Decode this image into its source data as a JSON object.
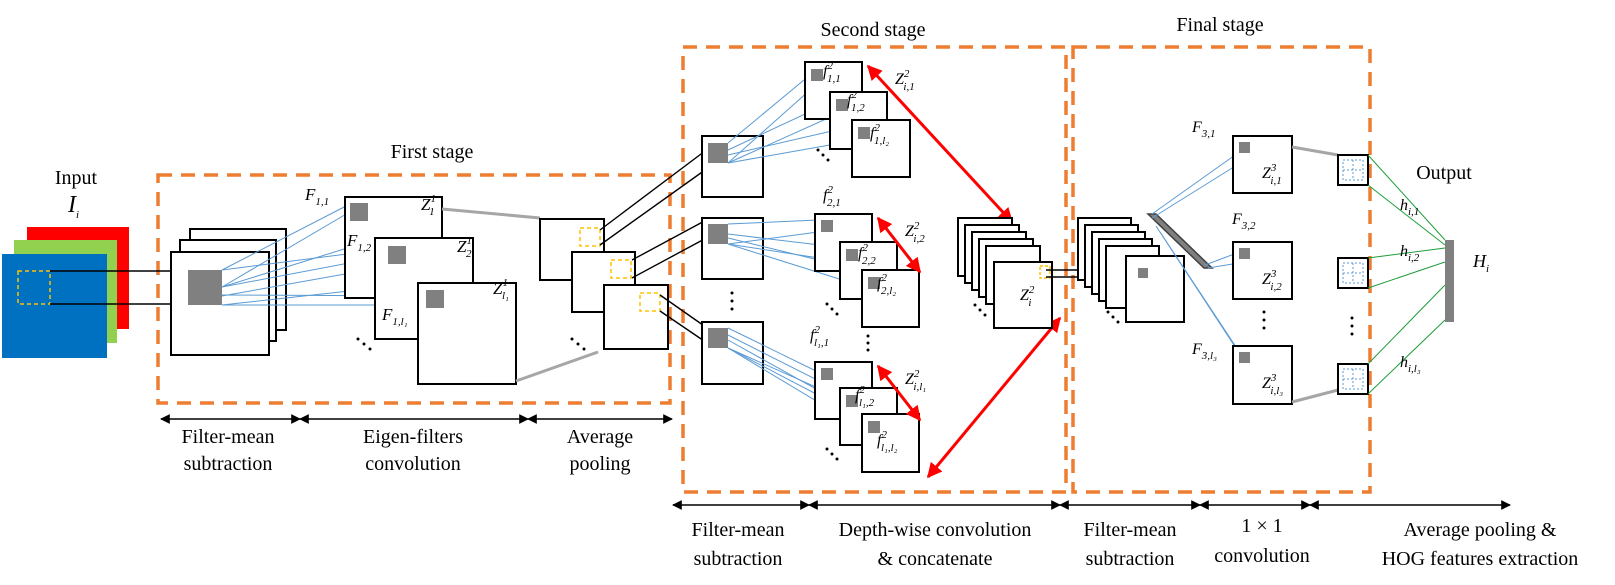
{
  "stages": {
    "first": "First stage",
    "second": "Second stage",
    "final": "Final stage"
  },
  "input": {
    "title": "Input",
    "symbol": "I",
    "sub": "i"
  },
  "output": {
    "title": "Output",
    "symbol": "H",
    "sub": "i"
  },
  "bottom_labels": {
    "s1": [
      {
        "line1": "Filter-mean",
        "line2": "subtraction"
      },
      {
        "line1": "Eigen-filters",
        "line2": "convolution"
      },
      {
        "line1": "Average",
        "line2": "pooling"
      }
    ],
    "s2": [
      {
        "line1": "Filter-mean",
        "line2": "subtraction"
      },
      {
        "line1": "Depth-wise convolution",
        "line2": "& concatenate"
      },
      {
        "line1": "Filter-mean",
        "line2": "subtraction"
      },
      {
        "line1": "1 × 1",
        "line2": "convolution"
      },
      {
        "line1": "Average pooling &",
        "line2": "HOG features extraction"
      }
    ]
  },
  "math": {
    "F11": {
      "base": "F",
      "sub": "1,1",
      "sup": ""
    },
    "F12": {
      "base": "F",
      "sub": "1,2",
      "sup": ""
    },
    "F1l": {
      "base": "F",
      "sub": "1,l₁",
      "sup": ""
    },
    "Z11": {
      "base": "Z",
      "sub": "1",
      "sup": "1"
    },
    "Z12": {
      "base": "Z",
      "sub": "2",
      "sup": "1"
    },
    "Z1l": {
      "base": "Z",
      "sub": "l₁",
      "sup": "1"
    },
    "f11": {
      "base": "f",
      "sub": "1,1",
      "sup": "2"
    },
    "f12": {
      "base": "f",
      "sub": "1,2",
      "sup": "2"
    },
    "f1l": {
      "base": "f",
      "sub": "1,l₂",
      "sup": "2"
    },
    "f21": {
      "base": "f",
      "sub": "2,1",
      "sup": "2"
    },
    "f22": {
      "base": "f",
      "sub": "2,2",
      "sup": "2"
    },
    "f2l": {
      "base": "f",
      "sub": "2,l₂",
      "sup": "2"
    },
    "fl1": {
      "base": "f",
      "sub": "l₁,1",
      "sup": "2"
    },
    "fl2": {
      "base": "f",
      "sub": "l₁,2",
      "sup": "2"
    },
    "fll": {
      "base": "f",
      "sub": "l₁,l₂",
      "sup": "2"
    },
    "Zi1": {
      "base": "Z",
      "sub": "i,1",
      "sup": "2"
    },
    "Zi2": {
      "base": "Z",
      "sub": "i,2",
      "sup": "2"
    },
    "Zil": {
      "base": "Z",
      "sub": "i,l₁",
      "sup": "2"
    },
    "Zi": {
      "base": "Z",
      "sub": "i",
      "sup": "2"
    },
    "F31": {
      "base": "F",
      "sub": "3,1",
      "sup": ""
    },
    "F32": {
      "base": "F",
      "sub": "3,2",
      "sup": ""
    },
    "F3l": {
      "base": "F",
      "sub": "3,l₃",
      "sup": ""
    },
    "Z3a": {
      "base": "Z",
      "sub": "i,1",
      "sup": "3"
    },
    "Z3b": {
      "base": "Z",
      "sub": "i,2",
      "sup": "3"
    },
    "Z3c": {
      "base": "Z",
      "sub": "i,l₃",
      "sup": "3"
    },
    "h1": {
      "base": "h",
      "sub": "i,1",
      "sup": ""
    },
    "h2": {
      "base": "h",
      "sub": "i,2",
      "sup": ""
    },
    "h3": {
      "base": "h",
      "sub": "i,l₃",
      "sup": ""
    }
  },
  "colors": {
    "stage_border": "#ed7d31",
    "link": "#5b9bd5",
    "hog_link": "#1e9e3c",
    "concat_arrow": "#ff0000",
    "input_red": "#ff0000",
    "input_green": "#92d050",
    "input_blue": "#0070c0",
    "kernel": "#808080",
    "window": "#ffc000"
  },
  "icons": [
    "ellipsis-icon",
    "double-arrow-icon"
  ]
}
